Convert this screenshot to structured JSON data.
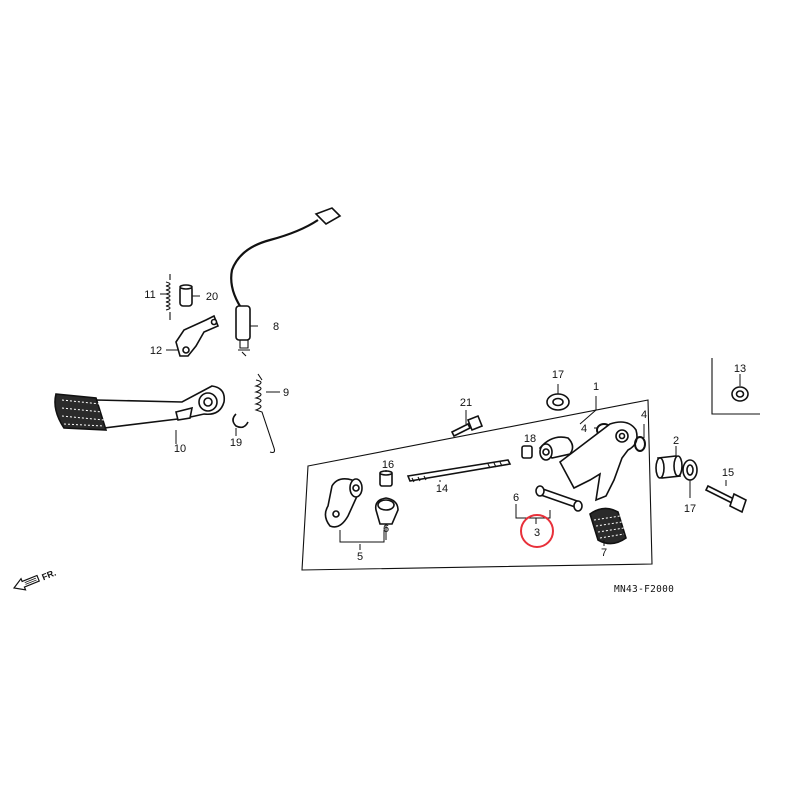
{
  "diagram": {
    "code": "MN43-F2000",
    "direction_label": "FR.",
    "highlight_color": "#e8303a",
    "highlighted_part": "3",
    "labels": {
      "p1": "1",
      "p2": "2",
      "p3": "3",
      "p4a": "4",
      "p4b": "4",
      "p5": "5",
      "p6a": "6",
      "p6b": "6",
      "p7": "7",
      "p8": "8",
      "p9": "9",
      "p10": "10",
      "p11": "11",
      "p12": "12",
      "p13": "13",
      "p14": "14",
      "p15": "15",
      "p16": "16",
      "p17a": "17",
      "p17b": "17",
      "p18": "18",
      "p19": "19",
      "p20": "20",
      "p21": "21"
    }
  }
}
